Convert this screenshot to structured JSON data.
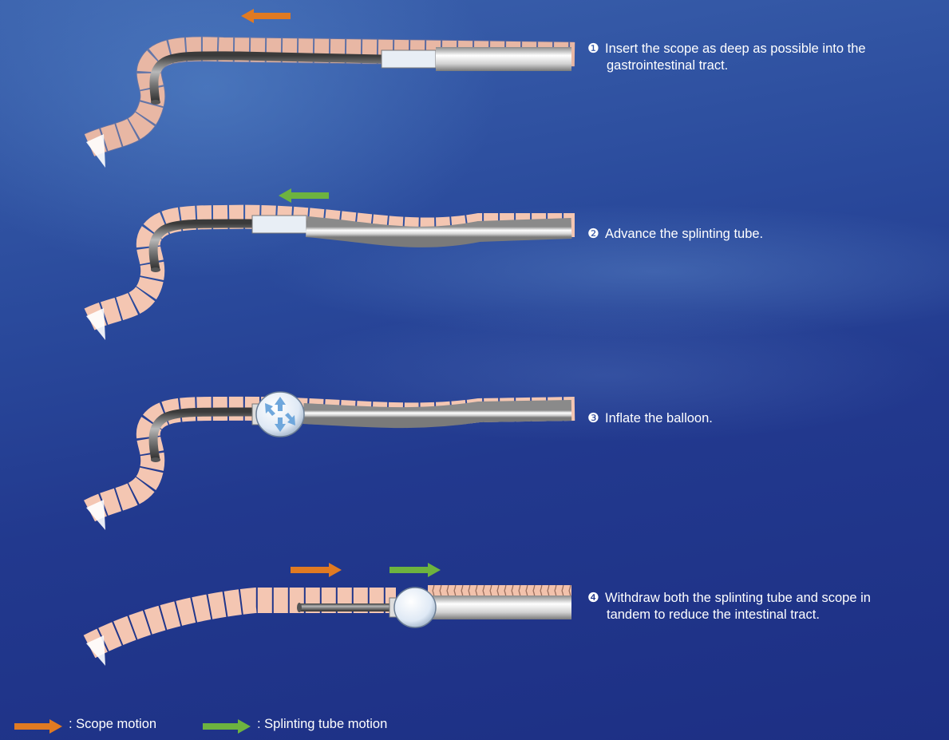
{
  "steps": [
    {
      "number": "❶",
      "line1": "Insert the scope as deep as possible into the",
      "line2": "gastrointestinal tract."
    },
    {
      "number": "❷",
      "line1": "Advance the splinting tube.",
      "line2": ""
    },
    {
      "number": "❸",
      "line1": "Inflate the balloon.",
      "line2": ""
    },
    {
      "number": "❹",
      "line1": "Withdraw both the splinting tube and scope in",
      "line2": "tandem to reduce the intestinal tract."
    }
  ],
  "legend": {
    "scope_label": ": Scope motion",
    "tube_label": ": Splinting tube motion"
  },
  "colors": {
    "scope_arrow": "#e07a22",
    "tube_arrow": "#6db33f",
    "intestine": "#f5c8b4",
    "background": "#2a4a9c"
  },
  "arrow_directions": {
    "step1": "left",
    "step2": "left",
    "step4": "right"
  }
}
